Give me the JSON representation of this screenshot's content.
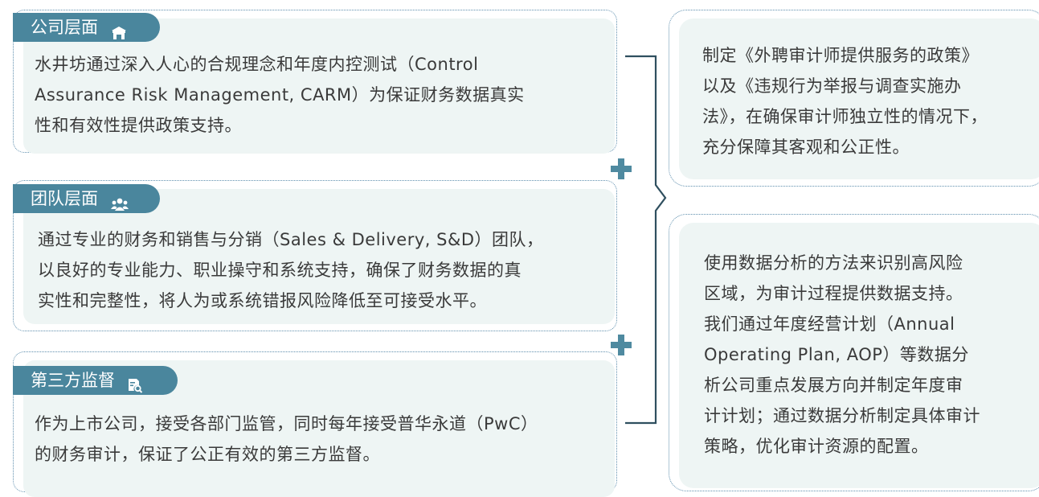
{
  "sections": [
    {
      "title": "公司层面",
      "icon": "building-icon",
      "lines": [
        "水井坊通过深入人心的合规理念和年度内控测试（Control",
        "Assurance Risk Management, CARM）为保证财务数据真实",
        "性和有效性提供政策支持。"
      ]
    },
    {
      "title": "团队层面",
      "icon": "team-icon",
      "lines": [
        "通过专业的财务和销售与分销（Sales & Delivery, S&D）团队，",
        "以良好的专业能力、职业操守和系统支持，确保了财务数据的真",
        "实性和完整性，将人为或系统错报风险降低至可接受水平。"
      ]
    },
    {
      "title": "第三方监督",
      "icon": "document-search-icon",
      "lines": [
        "作为上市公司，接受各部门监管，同时每年接受普华永道（PwC）",
        "的财务审计，保证了公正有效的第三方监督。"
      ]
    }
  ],
  "right_boxes": [
    {
      "lines": [
        "制定《外聘审计师提供服务的政策》",
        "以及《违规行为举报与调查实施办",
        "法》，在确保审计师独立性的情况下，",
        "充分保障其客观和公正性。"
      ]
    },
    {
      "lines": [
        "使用数据分析的方法来识别高风险",
        "区域，为审计过程提供数据支持。",
        "我们通过年度经营计划（Annual",
        "Operating Plan, AOP）等数据分",
        "析公司重点发展方向并制定年度审",
        "计计划；通过数据分析制定具体审计",
        "策略，优化审计资源的配置。"
      ]
    }
  ],
  "colors": {
    "accent": "#4a869d",
    "panel_fill": "#eef5f4",
    "dotted_border": "#5f8fae",
    "plus": "#4f8aa0",
    "bracket": "#2f4f5f"
  }
}
